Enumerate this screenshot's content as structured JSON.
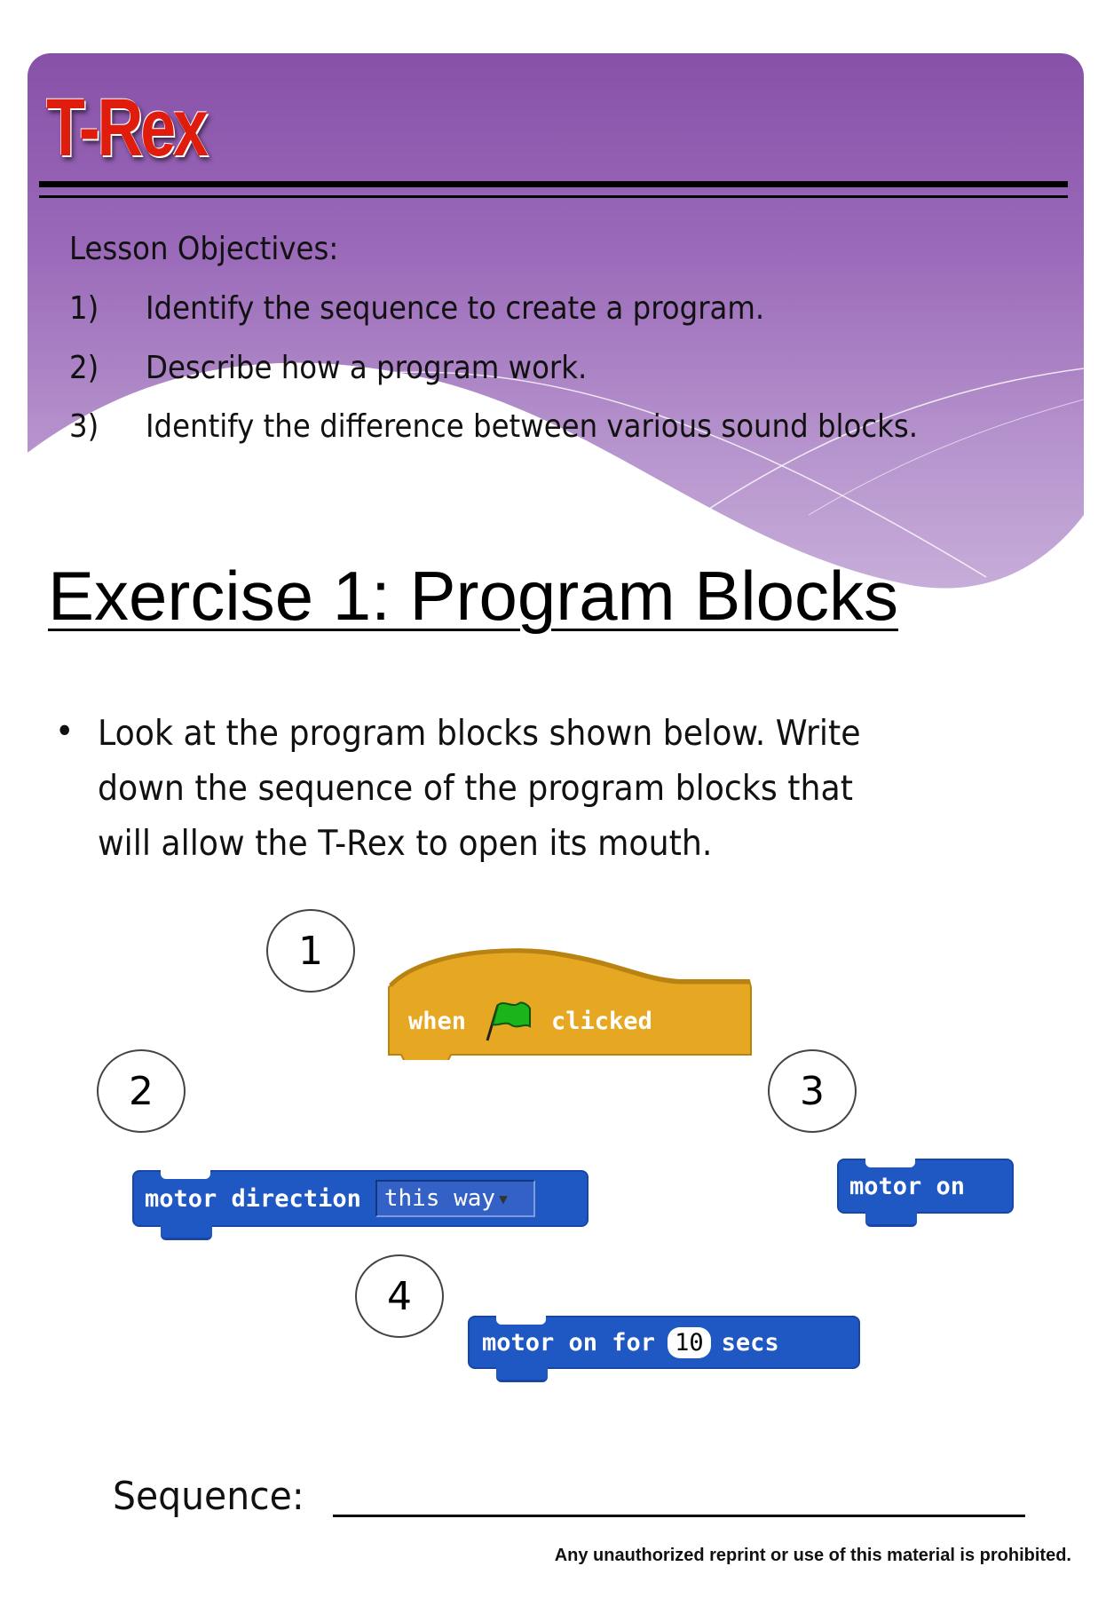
{
  "header": {
    "logo_text": "T-Rex",
    "objectives_title": "Lesson Objectives:",
    "objectives": [
      {
        "num": "1)",
        "text": "Identify the sequence to create a program."
      },
      {
        "num": "2)",
        "text": "Describe how a program work."
      },
      {
        "num": "3)",
        "text": "Identify the difference between various sound blocks."
      }
    ]
  },
  "exercise": {
    "title": "Exercise 1: Program Blocks",
    "bullet": "•",
    "instruction_lines": [
      "Look at the program blocks shown below. Write",
      "down the sequence of the program blocks that",
      "will allow the T-Rex to open its mouth."
    ]
  },
  "blocks": {
    "labels": [
      "1",
      "2",
      "3",
      "4"
    ],
    "hat": {
      "when": "when",
      "clicked": "clicked",
      "icon": "green-flag-icon"
    },
    "direction": {
      "text": "motor direction",
      "dropdown": "this way"
    },
    "motor_on": {
      "text": "motor on"
    },
    "motor_on_for": {
      "pre": "motor on for",
      "value": "10",
      "post": "secs"
    }
  },
  "sequence": {
    "label": "Sequence:"
  },
  "footer": {
    "notice": "Any unauthorized reprint or use of this material is prohibited."
  },
  "colors": {
    "header": "#8751a8",
    "logo": "#e01c0c",
    "event_block": "#e6a822",
    "motion_block": "#1f57c3"
  }
}
